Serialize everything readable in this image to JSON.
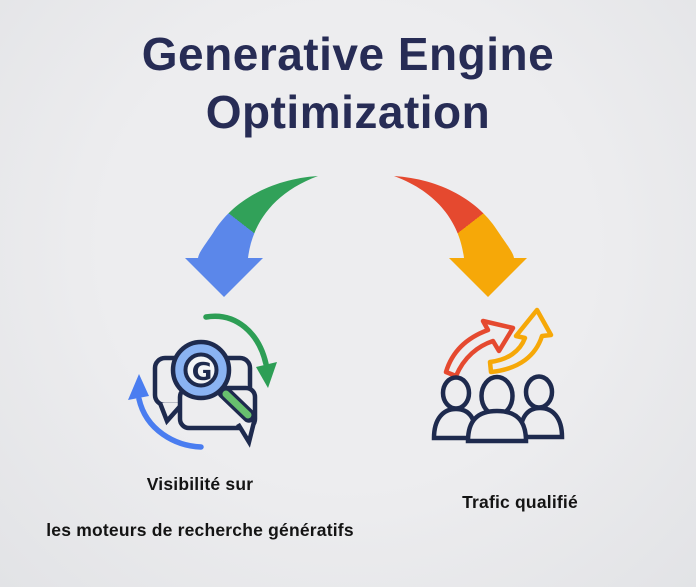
{
  "title": {
    "line1": "Generative Engine",
    "line2": "Optimization"
  },
  "left_branch": {
    "caption_line1": "Visibilité sur",
    "caption_line2": "les moteurs de recherche génératifs",
    "icon_letter": "G"
  },
  "right_branch": {
    "caption": "Trafic qualifié"
  },
  "colors": {
    "background": "#ededef",
    "background_edge": "#e2e3e6",
    "title": "#272c55",
    "caption": "#141414",
    "navy": "#1e2a4e",
    "arrow_green": "#31a159",
    "arrow_blue": "#5b87ea",
    "arrow_red": "#e5492f",
    "arrow_yellow": "#f6a808",
    "icon_green": "#2d9e55",
    "icon_blue": "#4a7df0",
    "handle_green": "#68c06e",
    "lens_ring_blue": "#8ab3f3",
    "lens_inner": "#f4f5f7"
  }
}
